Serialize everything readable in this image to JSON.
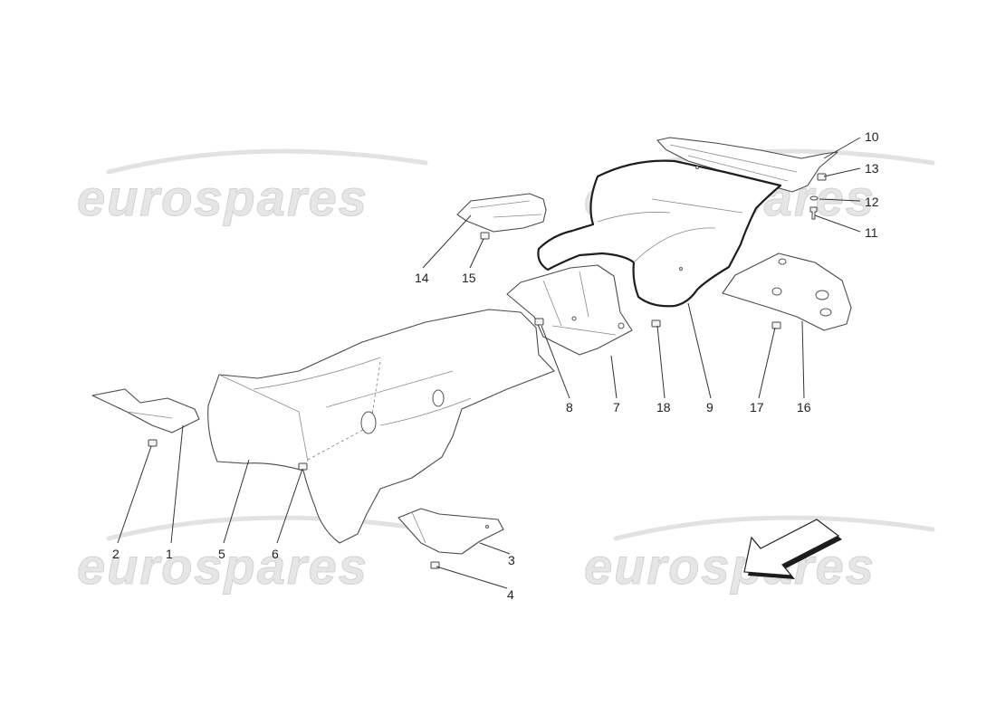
{
  "watermark": {
    "text": "eurospares"
  },
  "callouts": {
    "c1": "1",
    "c2": "2",
    "c3": "3",
    "c4": "4",
    "c5": "5",
    "c6": "6",
    "c7": "7",
    "c8": "8",
    "c9": "9",
    "c10": "10",
    "c11": "11",
    "c12": "12",
    "c13": "13",
    "c14": "14",
    "c15": "15",
    "c16": "16",
    "c17": "17",
    "c18": "18"
  },
  "icons": {
    "direction": "direction-arrow-icon"
  }
}
